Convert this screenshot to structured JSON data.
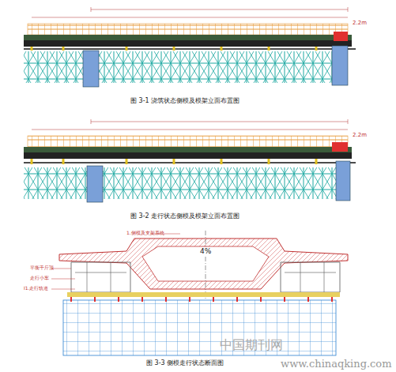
{
  "diagram": {
    "labels": [
      "2.2m",
      "图 3-1  浇筑状态侧模及模架立面布置图",
      "2.2m",
      "图 3-2  走行状态侧模及模架立面布置图",
      "1.侧模及支架系统",
      "4%",
      "平衡千斤顶",
      "走行小车",
      "I1.走行轨道",
      "图 3-3  侧模走行状态断面图",
      "中国期刊网",
      "www.chinaqking.com"
    ]
  }
}
